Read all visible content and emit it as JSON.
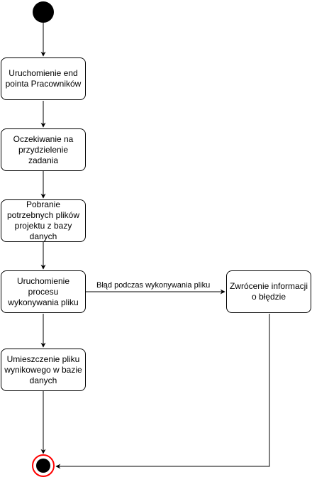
{
  "nodes": {
    "start_endpoint": "Uruchomienie end pointa Pracowników",
    "wait_task": "Oczekiwanie na przydzielenie zadania",
    "fetch_files": "Pobranie potrzebnych plików projektu z bazy danych",
    "run_process": "Uruchomienie procesu wykonywania pliku",
    "store_result": "Umieszczenie pliku wynikowego w bazie danych",
    "return_error": "Zwrócenie informacji o błędzie"
  },
  "edges": {
    "error_label": "Błąd podczas wykonywania pliku"
  },
  "colors": {
    "stroke": "#000000",
    "final_node_ring": "#ff0000",
    "final_node_fill": "#000000"
  }
}
